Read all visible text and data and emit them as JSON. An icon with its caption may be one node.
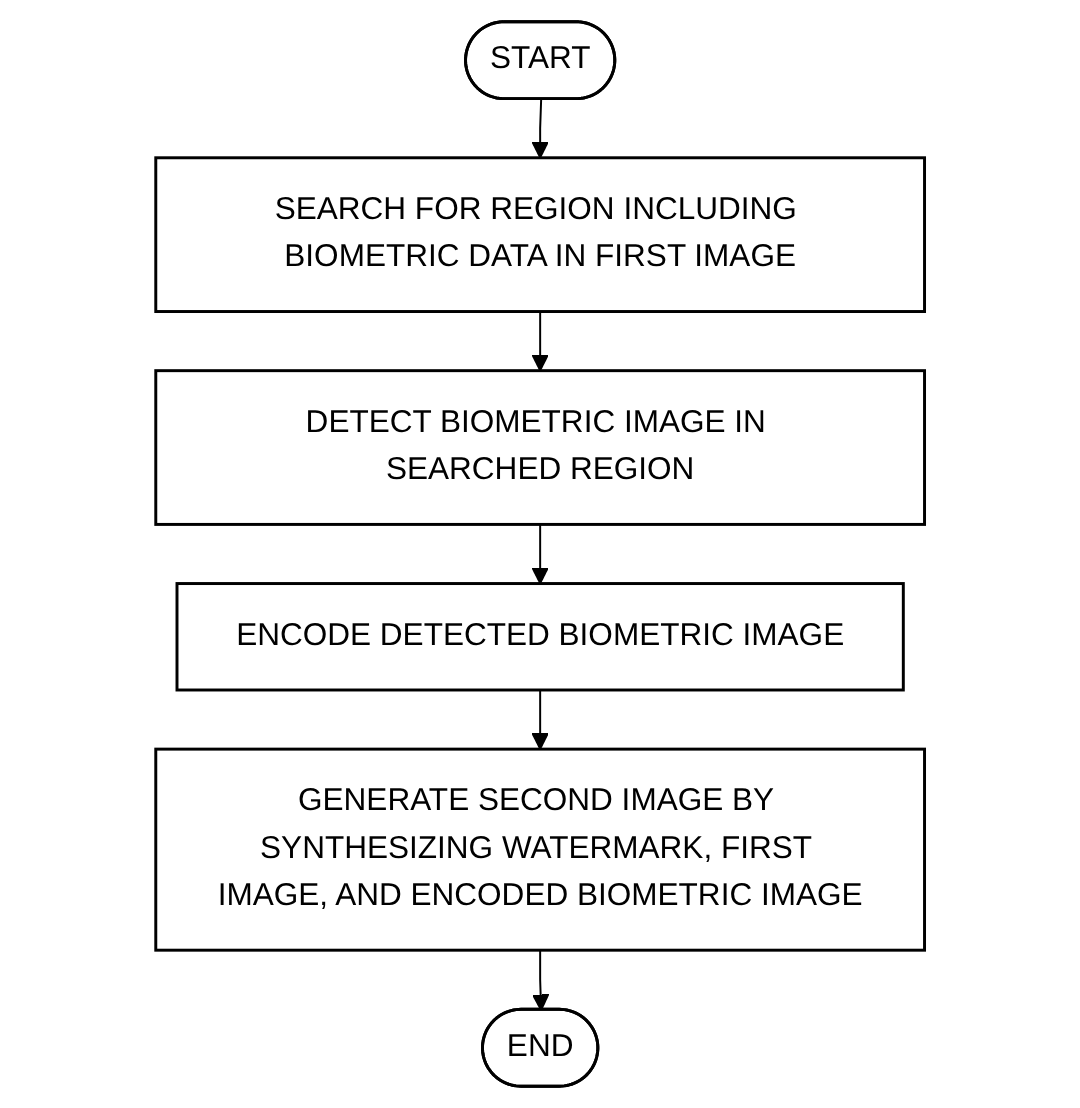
{
  "diagram": {
    "nodes": [
      {
        "text": [
          "START"
        ]
      },
      {
        "text": [
          "SEARCH FOR REGION INCLUDING BIOMETRIC DATA IN FIRST IMAGE"
        ]
      },
      {
        "text": [
          "DETECT BIOMETRIC IMAGE IN SEARCHED REGION"
        ]
      },
      {
        "text": [
          "ENCODE DETECTED BIOMETRIC IMAGE"
        ]
      },
      {
        "text": [
          "GENERATE SECOND IMAGE BY SYNTHESIZING WATERMARK, FIRST IMAGE, AND ENCODED BIOMETRIC IMAGE"
        ]
      },
      {
        "text": [
          "END"
        ]
      }
    ],
    "edges": [
      {
        "from": 0,
        "to": 1,
        "arrow": "to"
      },
      {
        "from": 1,
        "to": 2,
        "arrow": "to"
      },
      {
        "from": 2,
        "to": 3,
        "arrow": "to"
      },
      {
        "from": 3,
        "to": 4,
        "arrow": "to"
      },
      {
        "from": 4,
        "to": 5,
        "arrow": "to"
      }
    ]
  }
}
